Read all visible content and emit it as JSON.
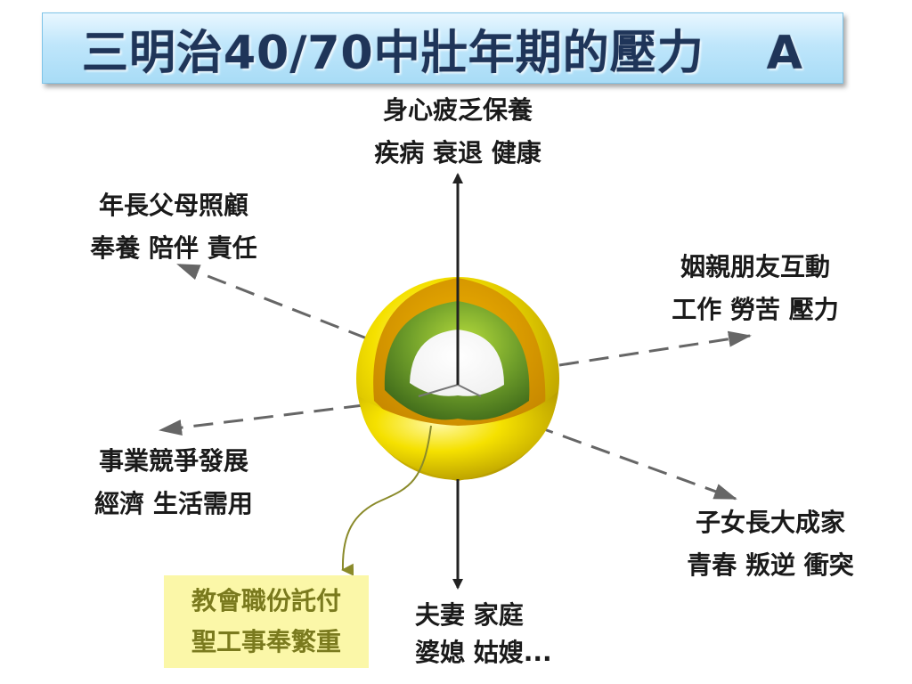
{
  "title": {
    "main": "三明治40/70中壯年期的壓力",
    "suffix": "A"
  },
  "axes": {
    "top": {
      "line1": "身心疲乏保養",
      "line2": "疾病  衰退  健康"
    },
    "upper_left": {
      "line1": "年長父母照顧",
      "line2": "奉養  陪伴  責任"
    },
    "upper_right": {
      "line1": "姻親朋友互動",
      "line2": "工作 勞苦 壓力"
    },
    "lower_left": {
      "line1": "事業競爭發展",
      "line2": "經濟  生活需用"
    },
    "lower_right": {
      "line1": "子女長大成家",
      "line2": "青春  叛逆  衝突"
    },
    "bottom": {
      "line1": "夫妻  家庭",
      "line2": "婆媳  姑嫂..."
    }
  },
  "core_callout": {
    "line1": "教會職份託付",
    "line2": "聖工事奉繁重"
  },
  "colors": {
    "title_text": "#1f3559",
    "title_bg": "#bfe6fb",
    "sphere_outer": "#f5e100",
    "sphere_inner": "#7aa832",
    "callout_bg": "#fbf7a8",
    "callout_text": "#7a7a1e",
    "arrow_solid": "#222222",
    "arrow_dashed": "#666666"
  }
}
